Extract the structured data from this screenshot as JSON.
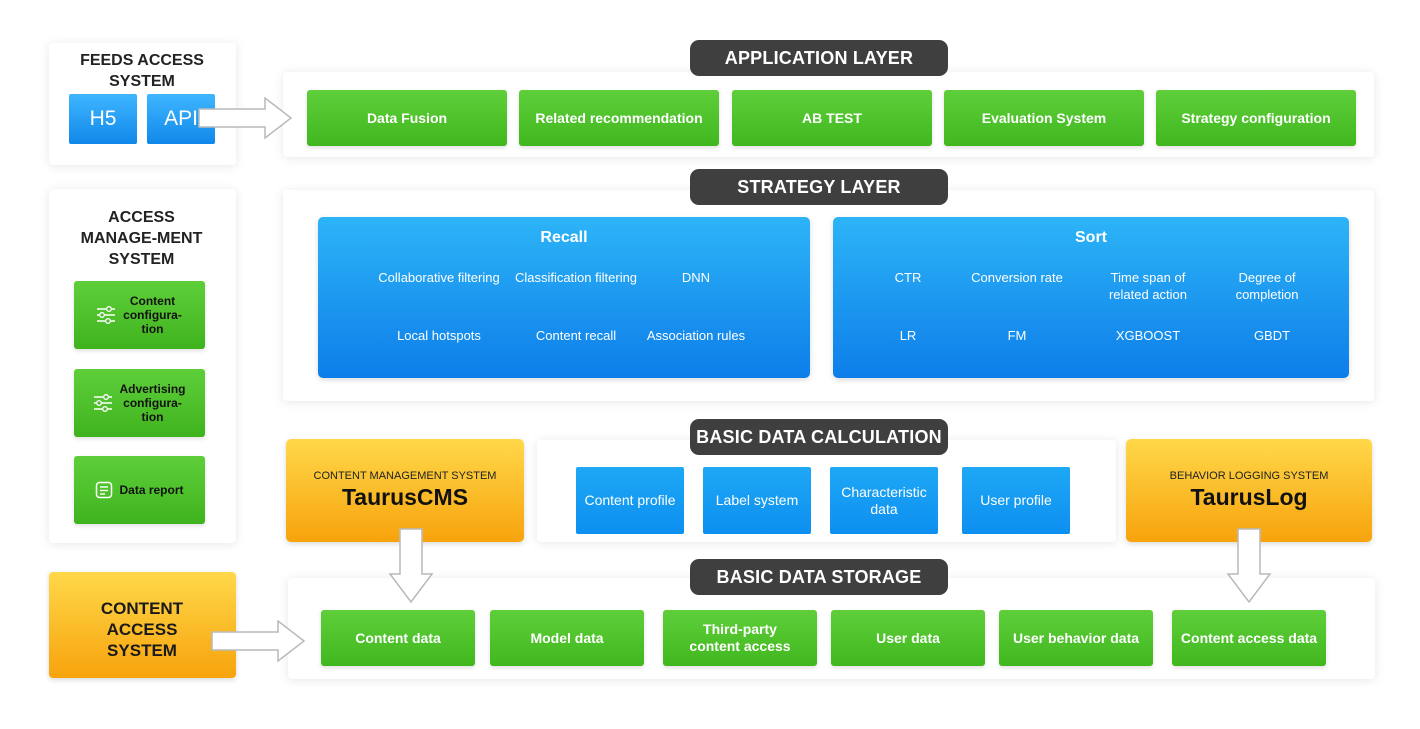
{
  "feeds": {
    "title": "FEEDS ACCESS SYSTEM",
    "buttons": [
      "H5",
      "API"
    ]
  },
  "access_management": {
    "title": "ACCESS MANAGE-MENT SYSTEM",
    "items": [
      {
        "label": "Content configura-tion",
        "icon": "sliders-icon"
      },
      {
        "label": "Advertising configura-tion",
        "icon": "sliders-icon"
      },
      {
        "label": "Data report",
        "icon": "report-icon"
      }
    ]
  },
  "content_access": {
    "title": "CONTENT ACCESS SYSTEM"
  },
  "application_layer": {
    "title": "APPLICATION LAYER",
    "items": [
      "Data Fusion",
      "Related recommendation",
      "AB TEST",
      "Evaluation System",
      "Strategy configuration"
    ]
  },
  "strategy_layer": {
    "title": "STRATEGY LAYER",
    "recall": {
      "title": "Recall",
      "items": [
        "Collaborative filtering",
        "Classification filtering",
        "DNN",
        "Local hotspots",
        "Content recall",
        "Association rules"
      ]
    },
    "sort": {
      "title": "Sort",
      "items": [
        "CTR",
        "Conversion rate",
        "Time span of related action",
        "Degree of completion",
        "LR",
        "FM",
        "XGBOOST",
        "GBDT"
      ]
    }
  },
  "basic_data_calculation": {
    "title": "BASIC DATA CALCULATION",
    "items": [
      "Content profile",
      "Label system",
      "Characteristic data",
      "User profile"
    ]
  },
  "cms": {
    "subtitle": "CONTENT MANAGEMENT SYSTEM",
    "title": "TaurusCMS"
  },
  "log": {
    "subtitle": "BEHAVIOR LOGGING SYSTEM",
    "title": "TaurusLog"
  },
  "basic_data_storage": {
    "title": "BASIC DATA STORAGE",
    "items": [
      "Content data",
      "Model data",
      "Third-party content access",
      "User data",
      "User behavior data",
      "Content access data"
    ]
  }
}
